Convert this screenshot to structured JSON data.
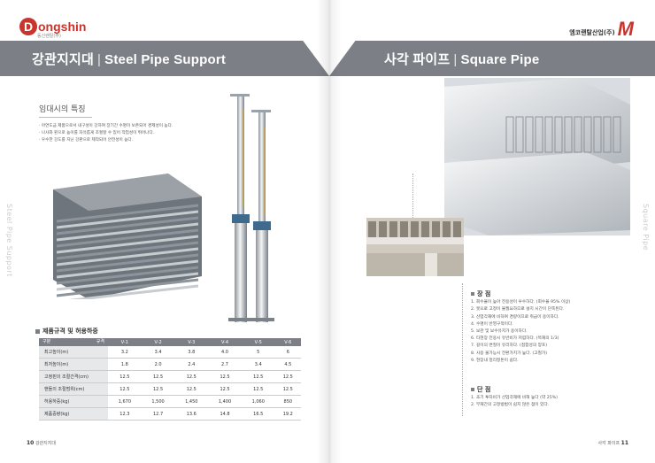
{
  "left": {
    "logo": {
      "text": "ongshin",
      "mark": "D",
      "sub": "동신랜탈(주)"
    },
    "header": {
      "ko": "강관지지대",
      "sep": "|",
      "en": "Steel Pipe Support"
    },
    "side_label": "Steel Pipe Support",
    "features": {
      "title": "임대시의 특징",
      "items": [
        "· 아연도금 제품으로서 내구성이 강하여 장기간 수명이 보존되어 경제성이 높다.",
        "· 나사와 핀으로 높이를 자유롭게 조절할 수 있어 작업성이 뛰어나다.",
        "· 우수한 강도를 지닌 강판으로 제작되어 안전성이 높다."
      ]
    },
    "spec": {
      "title": "제품규격 및 허용하중",
      "corner_a": "구분",
      "corner_b": "규격",
      "columns": [
        "V-1",
        "V-2",
        "V-3",
        "V-4",
        "V-5",
        "V-6"
      ],
      "rows": [
        {
          "label": "최고높이(m)",
          "values": [
            "3.2",
            "3.4",
            "3.8",
            "4.0",
            "5",
            "6"
          ]
        },
        {
          "label": "최저높이(m)",
          "values": [
            "1.8",
            "2.0",
            "2.4",
            "2.7",
            "3.4",
            "4.5"
          ]
        },
        {
          "label": "고정핀의 조절간격(cm)",
          "values": [
            "12.5",
            "12.5",
            "12.5",
            "12.5",
            "12.5",
            "12.5"
          ]
        },
        {
          "label": "핸들의 조절범위(cm)",
          "values": [
            "12.5",
            "12.5",
            "12.5",
            "12.5",
            "12.5",
            "12.5"
          ]
        },
        {
          "label": "허용하중(kg)",
          "values": [
            "1,670",
            "1,500",
            "1,450",
            "1,400",
            "1,060",
            "850"
          ]
        },
        {
          "label": "제품중량(kg)",
          "values": [
            "12.3",
            "12.7",
            "13.6",
            "14.8",
            "16.5",
            "19.2"
          ]
        }
      ]
    },
    "footer": {
      "page": "10",
      "label": "강관지지대"
    }
  },
  "right": {
    "brand": {
      "name": "엠코랜탈산업(주)",
      "mark": "M"
    },
    "header": {
      "ko": "사각 파이프",
      "sep": "|",
      "en": "Square Pipe"
    },
    "side_label": "Square Pipe",
    "pros": {
      "title": "장 점",
      "items": [
        "1. 회수율이 높아 전용성이 우수하다. (회수율 95% 이상)",
        "2. 못으로 고정이 불필요하므로 설치 시간이 단축된다.",
        "3. 산업각재에 비하여 경량이므로 취급이 용이하다.",
        "4. 수명이 반영구적이다.",
        "5. 보관 및 보수유지가 용이하다.",
        "6. 타현장 전용시 유반비가 저렴하다. (목재의 1/3)",
        "7. 길이의 변질이 유리하다. (접합성의 양호)",
        "8. 사용 불가능시 전환가치가 높다. (고철가)",
        "9. 현장내 정리정돈이 쉽다."
      ]
    },
    "cons": {
      "title": "단 점",
      "items": [
        "1. 초기 투자비가 산업각재에 비해 높다 (약 25%)",
        "2. 부재간의 고정방법이 쉽지 않은 점이 있다."
      ]
    },
    "footer": {
      "label": "사각 파이프",
      "page": "11"
    }
  }
}
